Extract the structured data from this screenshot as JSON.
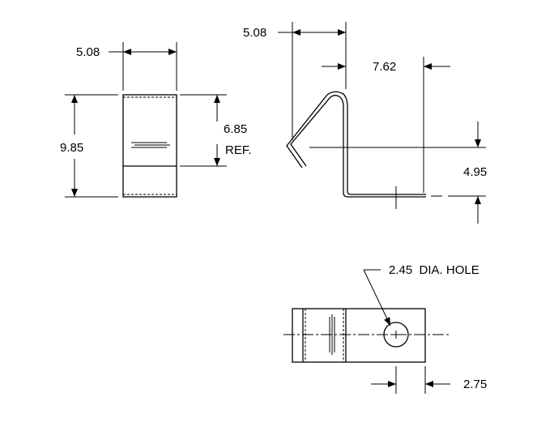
{
  "dimensions": {
    "front_width": "5.08",
    "front_height": "9.85",
    "front_ref_height": "6.85",
    "front_ref_label": "REF.",
    "side_top_width": "5.08",
    "side_length": "7.62",
    "side_height": "4.95",
    "hole_callout": "2.45  DIA. HOLE",
    "hole_offset": "2.75"
  }
}
